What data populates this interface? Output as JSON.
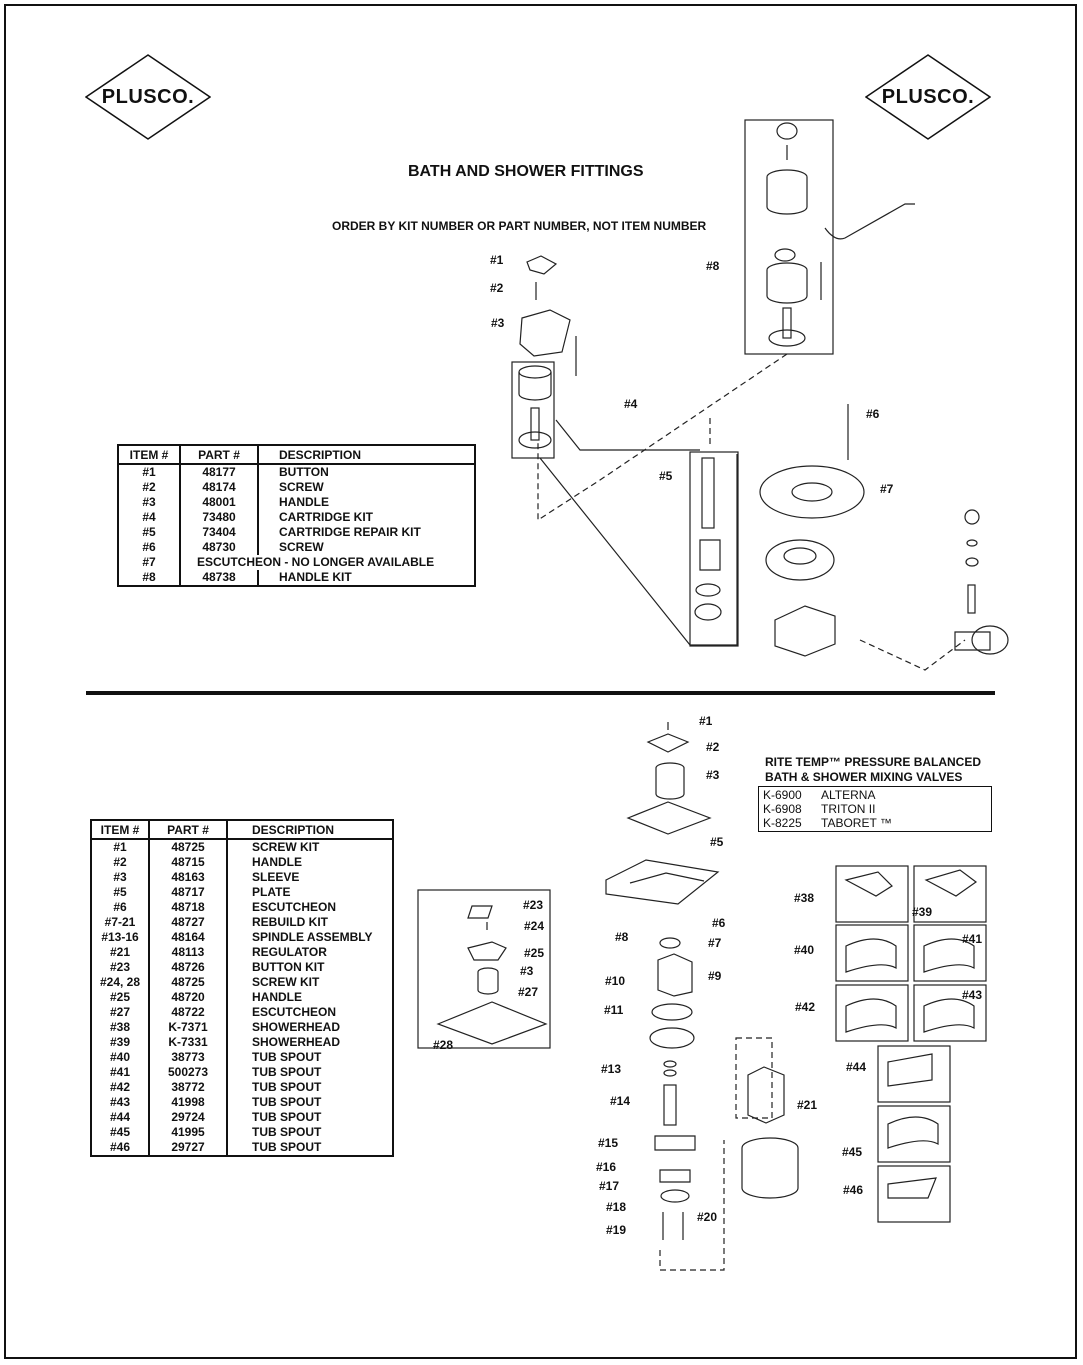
{
  "brand": {
    "left_logo": "PLUSCO.",
    "right_logo": "PLUSCO."
  },
  "header": {
    "title": "BATH AND SHOWER FITTINGS",
    "subtitle": "ORDER BY KIT NUMBER OR PART NUMBER, NOT ITEM NUMBER"
  },
  "table1": {
    "headers": [
      "ITEM #",
      "PART #",
      "DESCRIPTION"
    ],
    "rows": [
      [
        "#1",
        "48177",
        "BUTTON"
      ],
      [
        "#2",
        "48174",
        "SCREW"
      ],
      [
        "#3",
        "48001",
        "HANDLE"
      ],
      [
        "#4",
        "73480",
        "CARTRIDGE KIT"
      ],
      [
        "#5",
        "73404",
        "CARTRIDGE REPAIR KIT"
      ],
      [
        "#6",
        "48730",
        "SCREW"
      ],
      [
        "#7",
        "ESCUTCHEON -  NO LONGER AVAILABLE",
        ""
      ],
      [
        "#8",
        "48738",
        "HANDLE KIT"
      ]
    ]
  },
  "table2": {
    "headers": [
      "ITEM #",
      "PART #",
      "DESCRIPTION"
    ],
    "rows": [
      [
        "#1",
        "48725",
        "SCREW KIT"
      ],
      [
        "#2",
        "48715",
        "HANDLE"
      ],
      [
        "#3",
        "48163",
        "SLEEVE"
      ],
      [
        "#5",
        "48717",
        "PLATE"
      ],
      [
        "#6",
        "48718",
        "ESCUTCHEON"
      ],
      [
        "#7-21",
        "48727",
        "REBUILD KIT"
      ],
      [
        "#13-16",
        "48164",
        "SPINDLE ASSEMBLY"
      ],
      [
        "#21",
        "48113",
        "REGULATOR"
      ],
      [
        "#23",
        "48726",
        "BUTTON KIT"
      ],
      [
        "#24, 28",
        "48725",
        "SCREW KIT"
      ],
      [
        "#25",
        "48720",
        "HANDLE"
      ],
      [
        "#27",
        "48722",
        "ESCUTCHEON"
      ],
      [
        "#38",
        "K-7371",
        "SHOWERHEAD"
      ],
      [
        "#39",
        "K-7331",
        "SHOWERHEAD"
      ],
      [
        "#40",
        "38773",
        "TUB SPOUT"
      ],
      [
        "#41",
        "500273",
        "TUB SPOUT"
      ],
      [
        "#42",
        "38772",
        "TUB SPOUT"
      ],
      [
        "#43",
        "41998",
        "TUB SPOUT"
      ],
      [
        "#44",
        "29724",
        "TUB SPOUT"
      ],
      [
        "#45",
        "41995",
        "TUB SPOUT"
      ],
      [
        "#46",
        "29727",
        "TUB SPOUT"
      ]
    ]
  },
  "rite_temp": {
    "title_line1": "RITE TEMP™ PRESSURE BALANCED",
    "title_line2": "BATH & SHOWER MIXING VALVES",
    "models": [
      [
        "K-6900",
        "ALTERNA"
      ],
      [
        "K-6908",
        "TRITON II"
      ],
      [
        "K-8225",
        "TABORET ™"
      ]
    ]
  },
  "callouts_top": [
    "#1",
    "#2",
    "#3",
    "#4",
    "#5",
    "#6",
    "#7",
    "#8"
  ],
  "callouts_bottom": [
    "#1",
    "#2",
    "#3",
    "#5",
    "#6",
    "#7",
    "#8",
    "#9",
    "#10",
    "#11",
    "#13",
    "#14",
    "#15",
    "#16",
    "#17",
    "#18",
    "#19",
    "#20",
    "#21",
    "#23",
    "#24",
    "#25",
    "#3",
    "#27",
    "#28",
    "#38",
    "#39",
    "#40",
    "#41",
    "#42",
    "#43",
    "#44",
    "#45",
    "#46"
  ]
}
